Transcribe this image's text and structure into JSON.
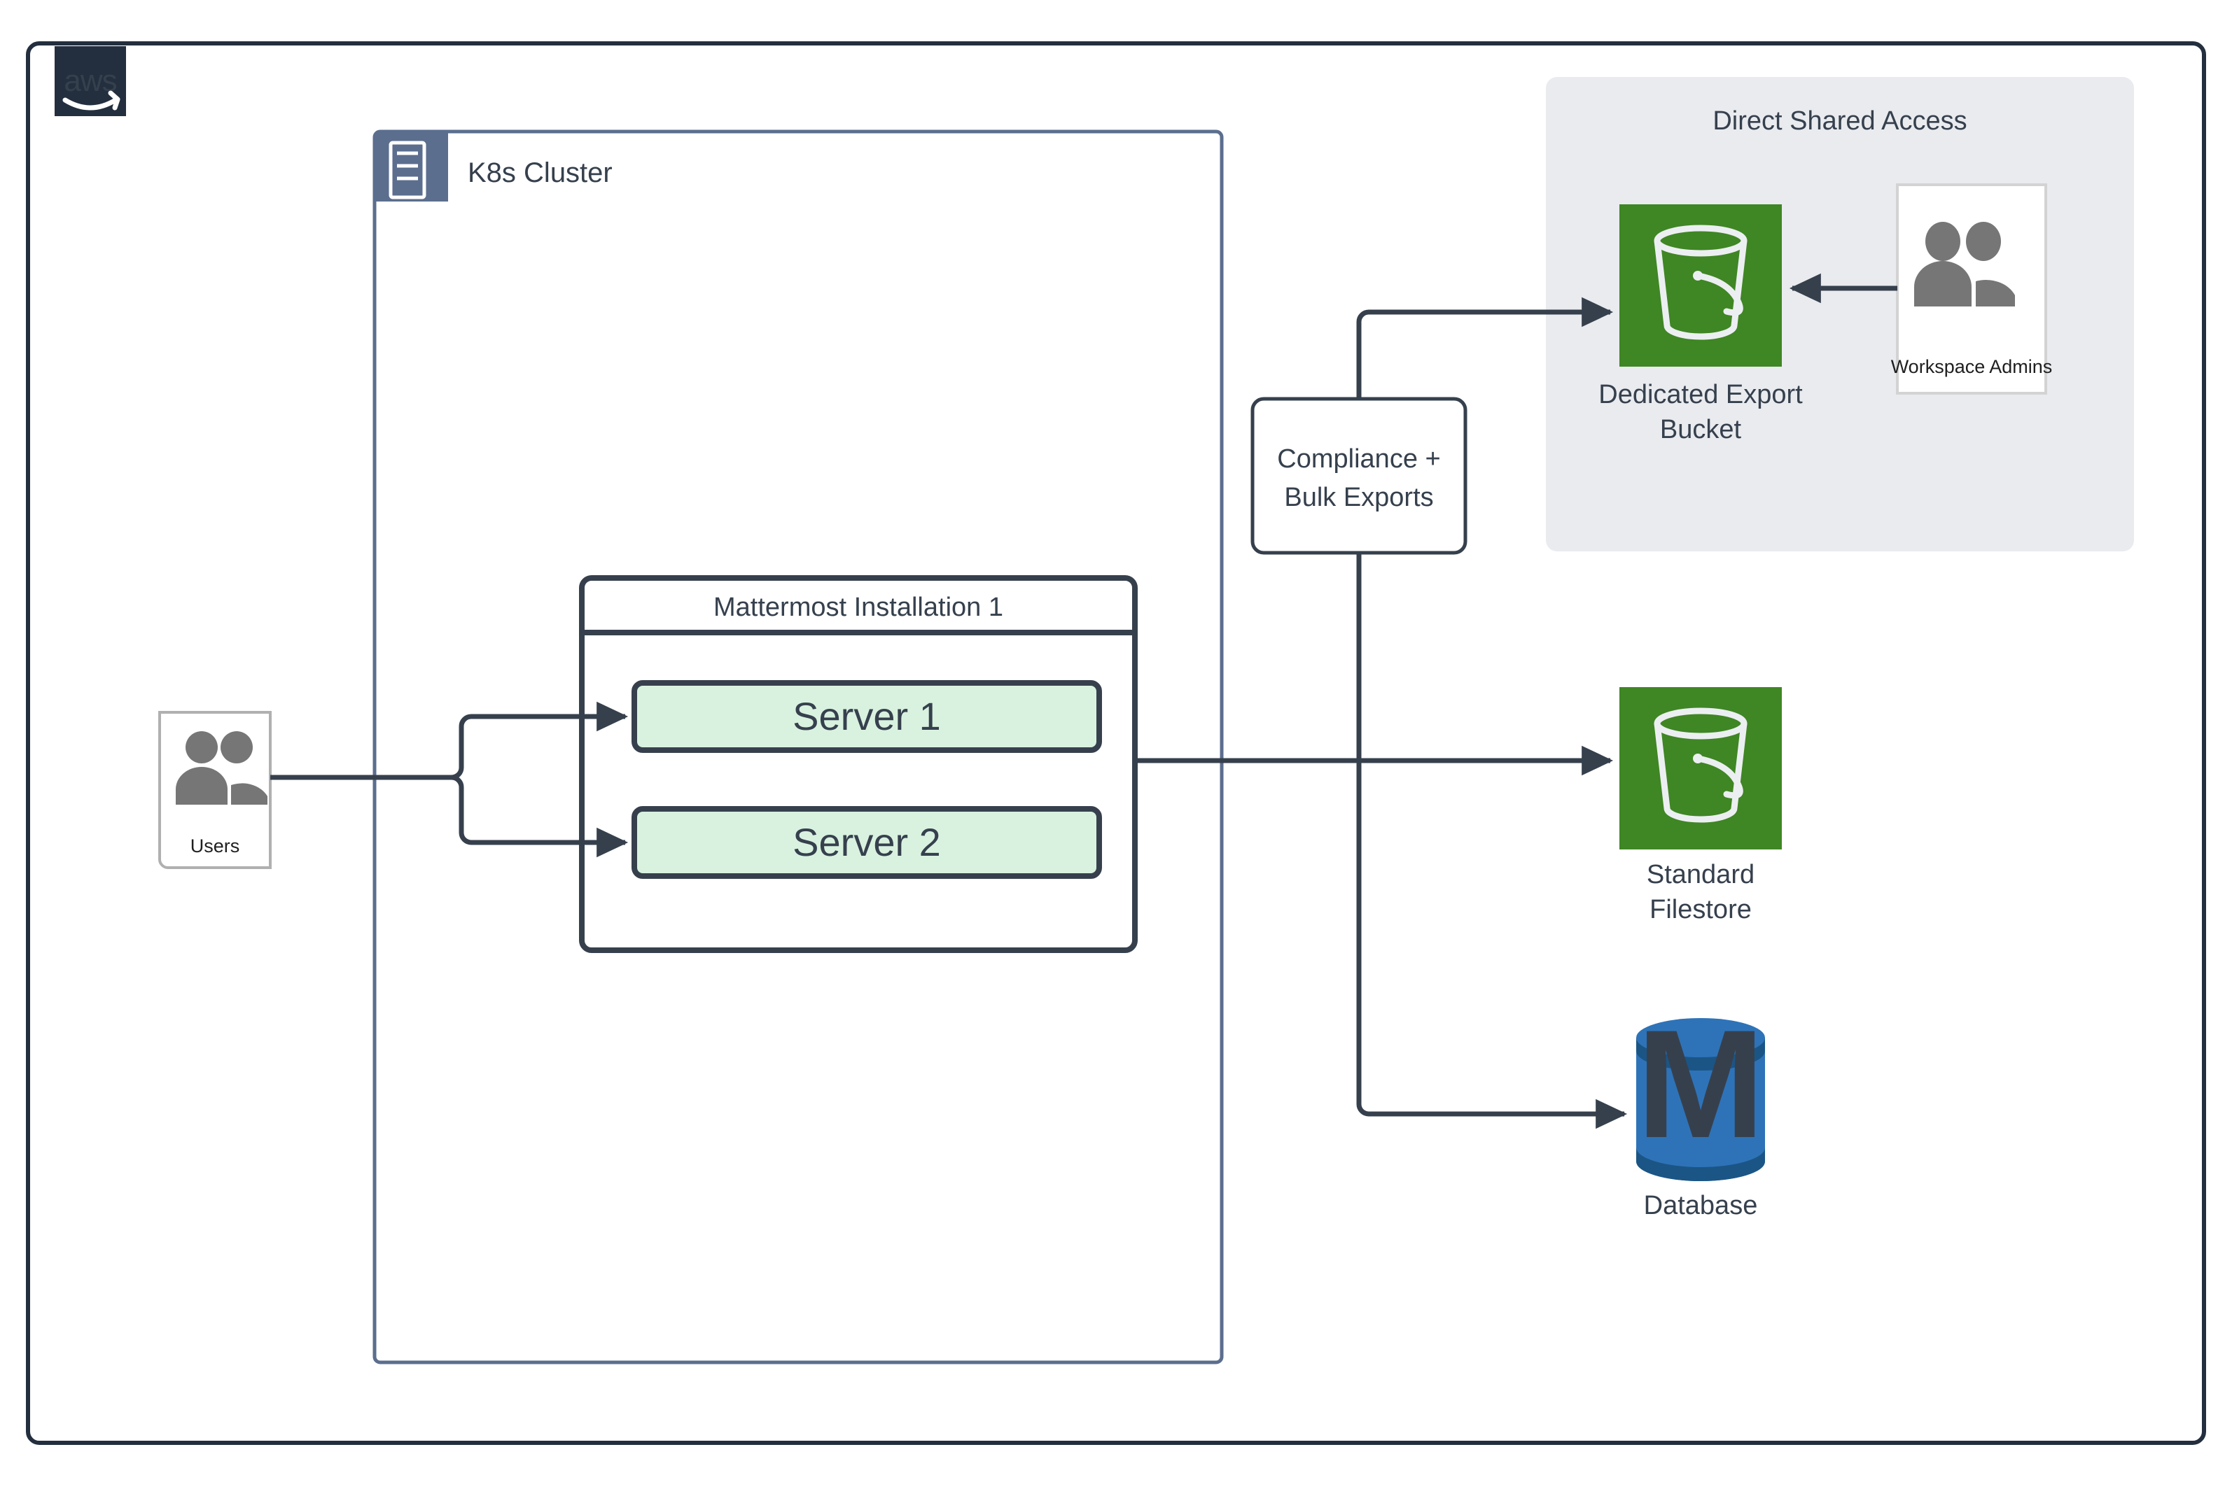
{
  "diagram": {
    "provider_badge": {
      "name": "aws-logo",
      "text": "aws",
      "bg_color": "#232F3E",
      "fg_color": "#FFFFFF"
    },
    "outer_boundary": {
      "label": "",
      "border_color": "#232F3E"
    },
    "cluster": {
      "title": "K8s Cluster",
      "icon": "server-rack-icon",
      "header_color": "#5B6E8E",
      "border_color": "#5B6E8E"
    },
    "installation": {
      "title": "Mattermost Installation 1",
      "border_color": "#36404D",
      "servers": [
        {
          "label": "Server 1",
          "fill": "#d9f2e0",
          "border": "#36404D"
        },
        {
          "label": "Server 2",
          "fill": "#d9f2e0",
          "border": "#36404D"
        }
      ]
    },
    "users_node": {
      "label": "Users",
      "icon": "users-icon",
      "icon_color": "#767676",
      "card_border": "#B0B0B0"
    },
    "exports_node": {
      "label_line1": "Compliance +",
      "label_line2": "Bulk Exports",
      "border_color": "#36404D",
      "fill": "#FFFFFF"
    },
    "shared_access_group": {
      "title": "Direct Shared Access",
      "fill": "#E9EBEF"
    },
    "export_bucket": {
      "label_line1": "Dedicated Export",
      "label_line2": "Bucket",
      "icon": "s3-bucket-icon",
      "fill": "#3F8624"
    },
    "workspace_admins": {
      "label": "Workspace Admins",
      "icon": "users-icon",
      "icon_color": "#767676",
      "card_border": "#D3D3D3"
    },
    "standard_filestore": {
      "label_line1": "Standard",
      "label_line2": "Filestore",
      "icon": "s3-bucket-icon",
      "fill": "#3F8624"
    },
    "database": {
      "label": "Database",
      "icon": "database-cylinder-icon",
      "glyph": "M",
      "fill": "#2E73B8",
      "band_color": "#1B5585"
    },
    "edges": [
      {
        "name": "users-to-server-1",
        "from": "Users",
        "to": "Server 1",
        "arrow": true
      },
      {
        "name": "users-to-server-2",
        "from": "Users",
        "to": "Server 2",
        "arrow": true
      },
      {
        "name": "installation-to-standard-filestore",
        "from": "Mattermost Installation 1",
        "to": "Standard Filestore",
        "arrow": true
      },
      {
        "name": "exports-to-export-bucket",
        "from": "Compliance + Bulk Exports",
        "to": "Dedicated Export Bucket",
        "arrow": true
      },
      {
        "name": "exports-to-database",
        "from": "Compliance + Bulk Exports",
        "to": "Database",
        "arrow": true
      },
      {
        "name": "workspace-admins-to-export-bucket",
        "from": "Workspace Admins",
        "to": "Dedicated Export Bucket",
        "arrow": true
      }
    ]
  }
}
